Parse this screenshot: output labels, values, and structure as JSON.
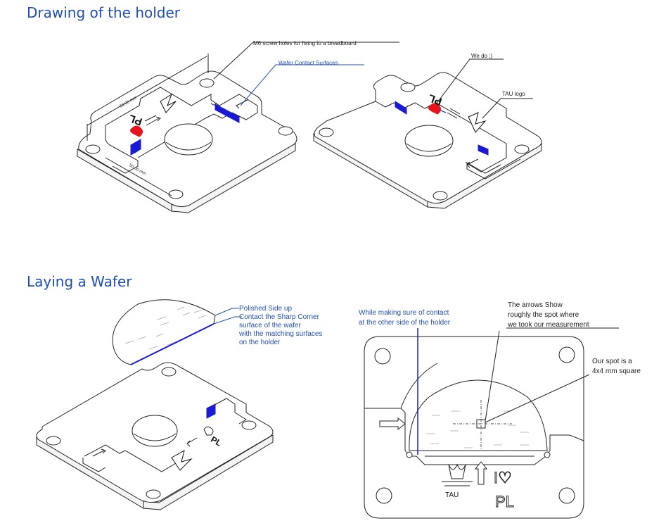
{
  "headings": {
    "drawing": "Drawing of the holder",
    "laying": "Laying a Wafer"
  },
  "annotations": {
    "m6_holes": "M6 screw holes for fixing to a breadboard",
    "wafer_contact": "Wafer Contact Surfaces",
    "we_do": "We do ;)",
    "tau_logo": "TAU logo",
    "dim_69": "69.00 mm",
    "dim_50": "50.00 mm",
    "polished_lines": [
      "Polished Side up",
      "Contact the Sharp Corner",
      "surface of the wafer",
      "with the matching surfaces",
      "on the holder"
    ],
    "contact_lines": [
      "While making sure of contact",
      "at the other side of the holder"
    ],
    "arrows_lines": [
      "The arrows Show",
      "roughly the spot where",
      "we took our measurement"
    ],
    "spot_lines": [
      "Our spot is a",
      "4x4 mm square"
    ],
    "plate_text_pl": "PL",
    "plate_text_heart": "I♡",
    "plate_text_pl_top": "I♡ PL"
  },
  "colors": {
    "heading": "#1f4fb4",
    "annotation_blue": "#1f4fb4",
    "contact_surface": "#1a1ad6",
    "heart_red": "#e8141c",
    "line": "#222222"
  }
}
